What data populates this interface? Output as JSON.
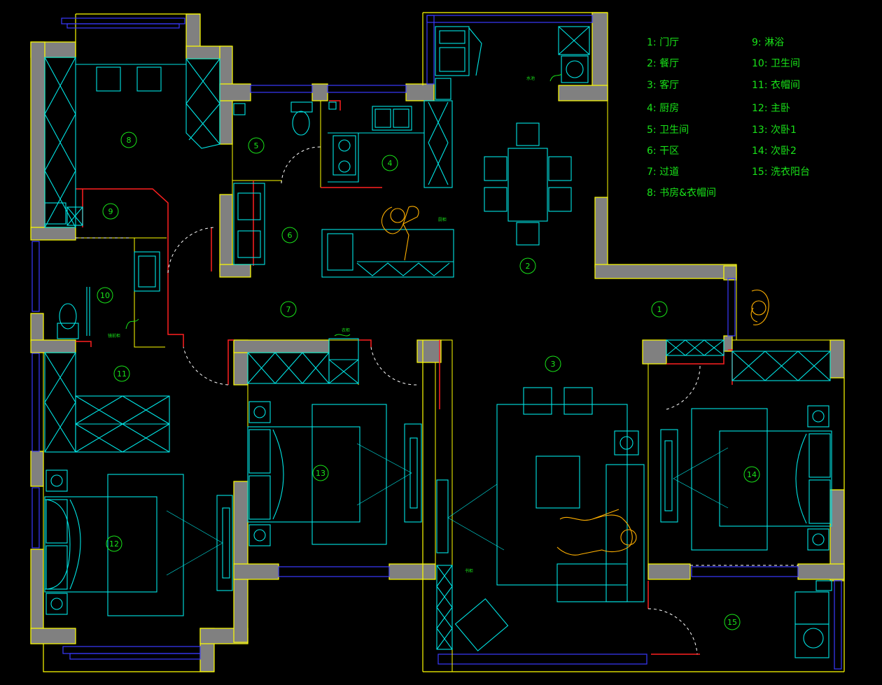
{
  "legend": [
    {
      "id": "1",
      "text": "1: 门厅"
    },
    {
      "id": "2",
      "text": "2: 餐厅"
    },
    {
      "id": "3",
      "text": "3: 客厅"
    },
    {
      "id": "4",
      "text": "4: 厨房"
    },
    {
      "id": "5",
      "text": "5: 卫生间"
    },
    {
      "id": "6",
      "text": "6: 干区"
    },
    {
      "id": "7",
      "text": "7: 过道"
    },
    {
      "id": "8",
      "text": "8: 书房&衣帽间"
    },
    {
      "id": "9",
      "text": "9: 淋浴"
    },
    {
      "id": "10",
      "text": "10: 卫生间"
    },
    {
      "id": "11",
      "text": "11: 衣帽间"
    },
    {
      "id": "12",
      "text": "12: 主卧"
    },
    {
      "id": "13",
      "text": "13: 次卧1"
    },
    {
      "id": "14",
      "text": "14: 次卧2"
    },
    {
      "id": "15",
      "text": "15: 洗衣阳台"
    }
  ],
  "room_numbers": [
    "1",
    "2",
    "3",
    "4",
    "5",
    "6",
    "7",
    "8",
    "9",
    "10",
    "11",
    "12",
    "13",
    "14",
    "15"
  ],
  "small_labels": {
    "tap_2": "水池",
    "sink_6": "厨柜",
    "shower_10": "镜前柜",
    "cabinet_13": "衣柜",
    "cabinet_3": "书柜"
  },
  "colors": {
    "wall_fill": "#808080",
    "wall_line": "#ffff00",
    "furniture": "#00e5e5",
    "window": "#3a3aff",
    "door": "#ff2020",
    "person": "#ffb000",
    "label": "#19e319"
  }
}
